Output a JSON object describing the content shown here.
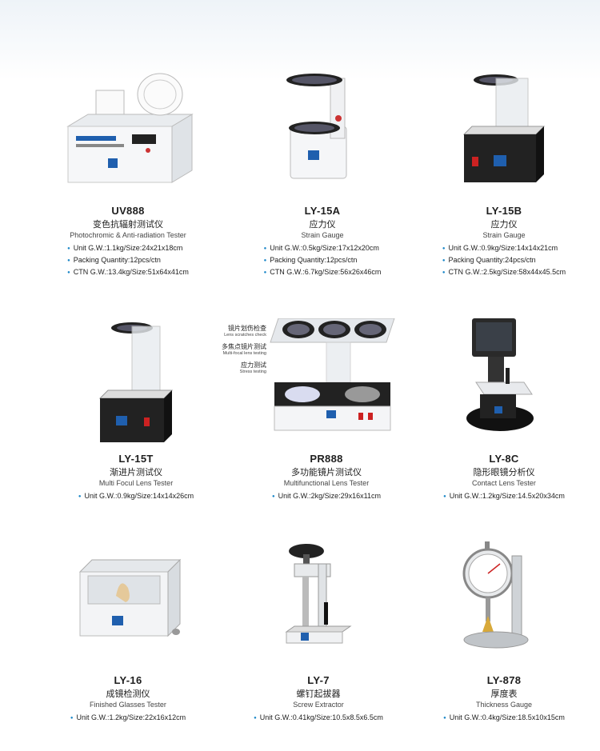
{
  "products": [
    {
      "model": "UV888",
      "cn": "变色抗辐射测试仪",
      "en": "Photochromic & Anti-radiation Tester",
      "specs": [
        "Unit G.W.:1.1kg/Size:24x21x18cm",
        "Packing Quantity:12pcs/ctn",
        "CTN G.W.:13.4kg/Size:51x64x41cm"
      ]
    },
    {
      "model": "LY-15A",
      "cn": "应力仪",
      "en": "Strain Gauge",
      "specs": [
        "Unit G.W.:0.5kg/Size:17x12x20cm",
        "Packing Quantity:12pcs/ctn",
        "CTN G.W.:6.7kg/Size:56x26x46cm"
      ]
    },
    {
      "model": "LY-15B",
      "cn": "应力仪",
      "en": "Strain Gauge",
      "specs": [
        "Unit G.W.:0.9kg/Size:14x14x21cm",
        "Packing Quantity:24pcs/ctn",
        "CTN G.W.:2.5kg/Size:58x44x45.5cm"
      ]
    },
    {
      "model": "LY-15T",
      "cn": "渐进片测试仪",
      "en": "Multi Focul Lens Tester",
      "specs": [
        "Unit G.W.:0.9kg/Size:14x14x26cm"
      ]
    },
    {
      "model": "PR888",
      "cn": "多功能镜片测试仪",
      "en": "Multifunctional Lens Tester",
      "specs": [
        "Unit G.W.:2kg/Size:29x16x11cm"
      ]
    },
    {
      "model": "LY-8C",
      "cn": "隐形眼镜分析仪",
      "en": "Contact Lens Tester",
      "specs": [
        "Unit G.W.:1.2kg/Size:14.5x20x34cm"
      ]
    },
    {
      "model": "LY-16",
      "cn": "成镜检测仪",
      "en": "Finished Glasses Tester",
      "specs": [
        "Unit G.W.:1.2kg/Size:22x16x12cm"
      ]
    },
    {
      "model": "LY-7",
      "cn": "螺钉起拔器",
      "en": "Screw Extractor",
      "specs": [
        "Unit G.W.:0.41kg/Size:10.5x8.5x6.5cm"
      ]
    },
    {
      "model": "LY-878",
      "cn": "厚度表",
      "en": "Thickness Gauge",
      "specs": [
        "Unit G.W.:0.4kg/Size:18.5x10x15cm"
      ]
    }
  ],
  "pr888_callouts": [
    {
      "cn": "镜片划伤检查",
      "en": "Lens scratches check"
    },
    {
      "cn": "多焦点镜片测试",
      "en": "Multi-focal lens testing"
    },
    {
      "cn": "应力测试",
      "en": "Stress testing"
    }
  ],
  "colors": {
    "bullet": "#1a86c7",
    "text": "#1e1e1e",
    "device_white": "#f4f6f8",
    "device_black": "#222222",
    "accent_blue": "#1a5fa8"
  }
}
